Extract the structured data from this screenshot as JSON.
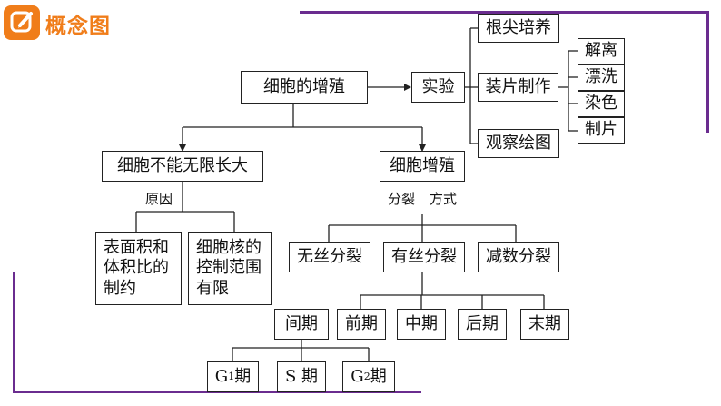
{
  "header": {
    "logo_text": "概念图",
    "logo_icon": "pencil-edit-icon"
  },
  "colors": {
    "accent_orange": "#f07d1a",
    "frame_purple": "#6a2c8f"
  },
  "diagram": {
    "root": "细胞的增殖",
    "experiment": "实验",
    "exp_steps": {
      "root_tip": "根尖培养",
      "slide_making": "装片制作",
      "observe": "观察绘图"
    },
    "slide_steps": {
      "dissociate": "解离",
      "rinse": "漂洗",
      "stain": "染色",
      "make_slide": "制片"
    },
    "limit": "细胞不能无限长大",
    "reason_label": "原因",
    "reason1": "表面积和体积比的制约",
    "reason2": "细胞核的控制范围有限",
    "proliferation": "细胞增殖",
    "division_label_1": "分裂",
    "division_label_2": "方式",
    "amitosis": "无丝分裂",
    "mitosis": "有丝分裂",
    "meiosis": "减数分裂",
    "interphase": "间期",
    "prophase": "前期",
    "metaphase": "中期",
    "anaphase": "后期",
    "telophase": "末期",
    "g1": {
      "main": "G",
      "sub": "1",
      "tail": "期"
    },
    "s_phase": "S 期",
    "g2": {
      "main": "G",
      "sub": "2",
      "tail": "期"
    }
  }
}
